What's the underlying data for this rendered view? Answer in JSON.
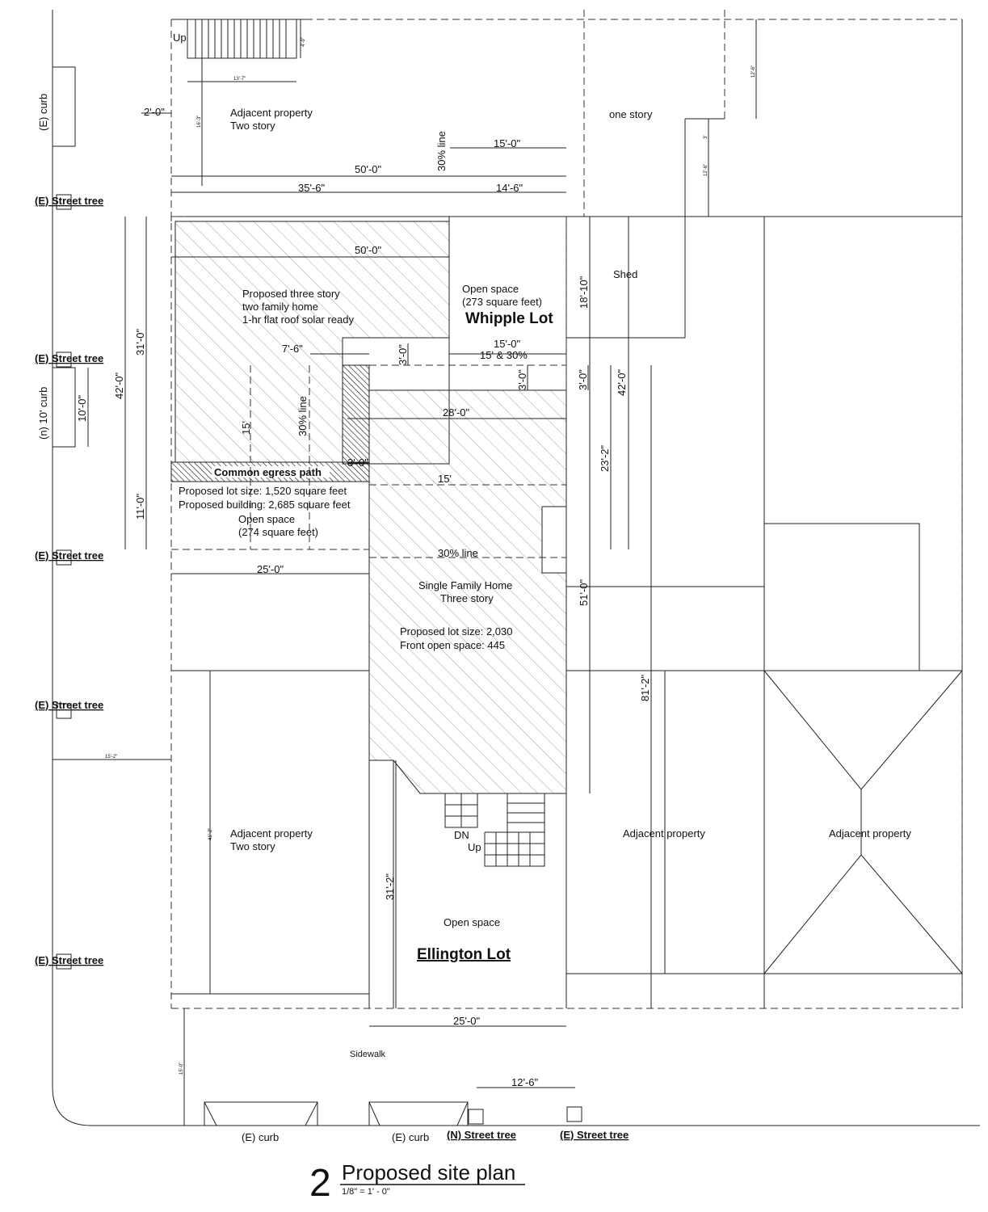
{
  "labels": {
    "e_curb_vertical": "(E) curb",
    "n_10_curb": "(n) 10' curb",
    "street_tree_1": "(E) Street tree",
    "street_tree_2": "(E) Street tree",
    "street_tree_3": "(E) Street tree",
    "street_tree_4": "(E) Street tree",
    "street_tree_5": "(E) Street tree",
    "n_street_tree": "(N) Street tree",
    "e_street_tree_bottom": "(E) Street tree",
    "e_curb_bottom_1": "(E) curb",
    "e_curb_bottom_2": "(E) curb",
    "up_top": "Up",
    "adjacent_top_1": "Adjacent property",
    "adjacent_top_2": "Two story",
    "one_story": "one story",
    "shed": "Shed",
    "proposed_home_1": "Proposed three story",
    "proposed_home_2": "two family home",
    "proposed_home_3": "1-hr flat roof solar ready",
    "open_space_whipple_1": "Open space",
    "open_space_whipple_2": "(273 square feet)",
    "whipple_lot": "Whipple Lot",
    "common_egress": "Common egress path",
    "proposed_lot_size": "Proposed lot size:  1,520 square feet",
    "proposed_building": "Proposed building: 2,685 square feet",
    "open_space_lower_1": "Open space",
    "open_space_lower_2": "(274 square feet)",
    "single_family_1": "Single Family Home",
    "single_family_2": "Three story",
    "proposed_lot_size_2": "Proposed lot size:  2,030",
    "front_open_space": "Front open space:  445",
    "adjacent_left_1": "Adjacent property",
    "adjacent_left_2": "Two story",
    "dn": "DN",
    "up_stairs": "Up",
    "adjacent_mid": "Adjacent property",
    "adjacent_right": "Adjacent property",
    "open_space_ellington": "Open space",
    "ellington_lot": "Ellington Lot",
    "sidewalk": "Sidewalk",
    "line_30_top": "30% line",
    "line_30_mid": "30% line",
    "line_30_lower": "30% line",
    "line_15_mid": "15'",
    "line_15_left": "15'"
  },
  "dimensions": {
    "d_2_0": "2'-0\"",
    "d_13_7": "13'-7\"",
    "d_16_3": "16'-3\"",
    "d_4_9": "4'-9\"",
    "d_12_6_top": "12'-6\"",
    "d_12_6_mid": "12'-6\"",
    "d_3_small": "3'",
    "d_15_0_top": "15'-0\"",
    "d_50_0_top": "50'-0\"",
    "d_35_6": "35'-6\"",
    "d_14_6": "14'-6\"",
    "d_50_0_mid": "50'-0\"",
    "d_18_10": "18'-10\"",
    "d_31_0": "31'-0\"",
    "d_42_0_left": "42'-0\"",
    "d_7_6": "7'-6\"",
    "d_3_0_a": "3'-0\"",
    "d_15_0_mid": "15'-0\"",
    "d_15_30": "15' & 30%",
    "d_3_0_b": "3'-0\"",
    "d_3_0_c": "3'-0\"",
    "d_42_0_right": "42'-0\"",
    "d_10_0": "10'-0\"",
    "d_28_0": "28'-0\"",
    "d_3_0_d": "3'-0\"",
    "d_23_2": "23'-2\"",
    "d_11_0": "11'-0\"",
    "d_25_0_top": "25'-0\"",
    "d_51_0": "51'-0\"",
    "d_81_2": "81'-2\"",
    "d_15_2": "15'-2\"",
    "d_41_2": "41'-2\"",
    "d_31_2": "31'-2\"",
    "d_25_0_bottom": "25'-0\"",
    "d_15_0_side": "15'-0\"",
    "d_12_6_bottom": "12'-6\""
  },
  "title": {
    "number": "2",
    "name": "Proposed site plan",
    "scale": "1/8\"  =  1' - 0\""
  }
}
